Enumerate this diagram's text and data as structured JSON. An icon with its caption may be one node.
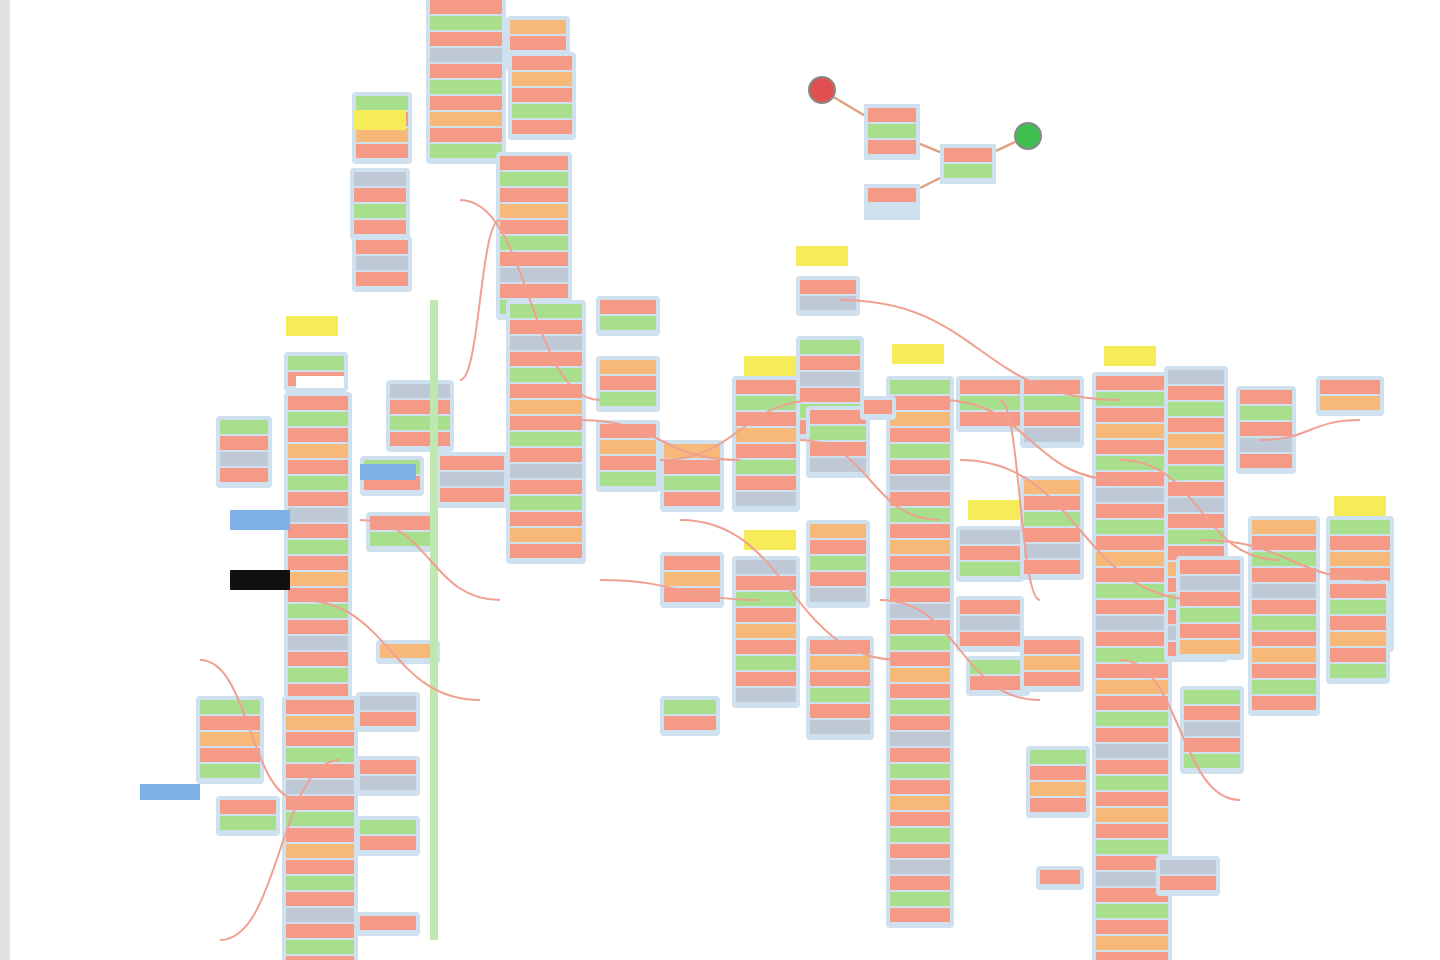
{
  "diagram": {
    "nodes": [
      {
        "text": [],
        "shape": "circle"
      },
      {
        "text": [],
        "shape": "box"
      },
      {
        "text": [],
        "shape": "box"
      },
      {
        "text": [],
        "shape": "box"
      },
      {
        "text": [],
        "shape": "circle"
      }
    ],
    "edges": [
      {
        "from": 0,
        "to": 1,
        "arrow": "none"
      },
      {
        "from": 1,
        "to": 3,
        "arrow": "none"
      },
      {
        "from": 2,
        "to": 3,
        "arrow": "none"
      },
      {
        "from": 3,
        "to": 4,
        "arrow": "none"
      }
    ]
  }
}
